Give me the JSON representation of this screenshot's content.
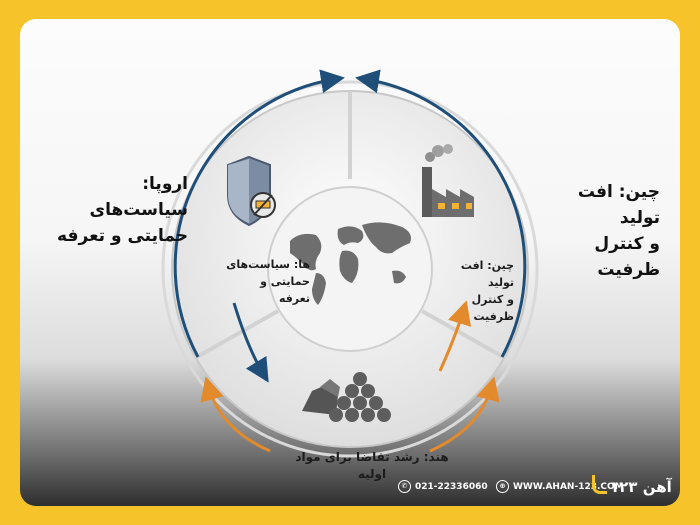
{
  "left_text": {
    "line1": "اروپا: سیاست‌های",
    "line2": "حمایتی و تعرفه"
  },
  "right_text": {
    "line1": "چین: افت تولید",
    "line2": "و کنترل ظرفیت"
  },
  "segments": {
    "europe": {
      "line1": "ها: سیاست‌های",
      "line2": "حمایتی و تعرفه"
    },
    "china": {
      "line1": "چین: افت تولید",
      "line2": "و کنترل ظرفیت"
    },
    "india": {
      "label": "هند: رشد تقاضا برای مواد اولیه"
    }
  },
  "footer": {
    "phone": "021-22336060",
    "website": "WWW.AHAN-123.COM",
    "logo": "آهن ۱۲۳"
  },
  "colors": {
    "background": "#f6c42a",
    "arrow_blue": "#1f4e79",
    "arrow_orange": "#e38b2c"
  },
  "icons": {
    "shield": "shield-icon",
    "factory": "factory-icon",
    "rocks": "rocks-icon",
    "world_map": "world-map-icon",
    "phone": "phone-icon",
    "globe": "globe-icon"
  }
}
